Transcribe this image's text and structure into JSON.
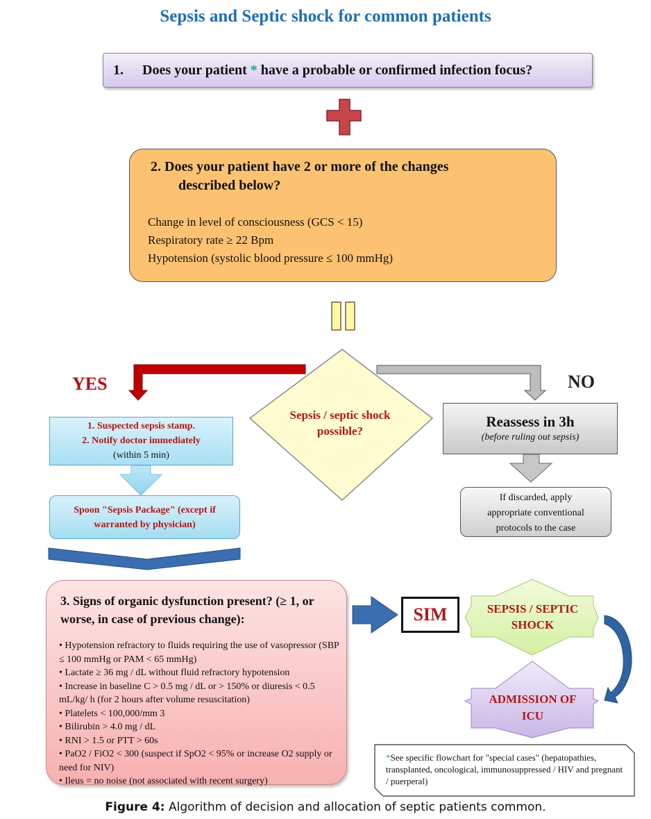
{
  "title": "Sepsis and Septic shock for common patients",
  "step1": {
    "number": "1.",
    "text_before_star": "Does your patient ",
    "star": "*",
    "text_after_star": " have a probable or confirmed infection focus?"
  },
  "step2": {
    "heading_line1": "2. Does your patient have 2 or more of the changes",
    "heading_line2": "described below?",
    "criteria": [
      "Change in level of consciousness (GCS < 15)",
      "Respiratory rate ≥ 22 Bpm",
      "Hypotension (systolic blood pressure ≤ 100 mmHg)"
    ]
  },
  "decision": {
    "line1": "Sepsis / septic shock",
    "line2": "possible?",
    "yes_label": "YES",
    "no_label": "NO"
  },
  "yes_branch": {
    "box1_line1": "1. Suspected sepsis stamp.",
    "box1_line2": "2. Notify doctor immediately",
    "box1_line3": "(within 5 min)",
    "box2_line1": "Spoon \"Sepsis Package\" (except if",
    "box2_line2": "warranted by physician)"
  },
  "no_branch": {
    "reassess_title": "Reassess in 3h",
    "reassess_subtitle": "(before ruling out sepsis)",
    "discard_line1": "If discarded, apply",
    "discard_line2": "appropriate conventional",
    "discard_line3": "protocols to the case"
  },
  "step3": {
    "heading_line1": "3. Signs of organic dysfunction present? (≥ 1, or",
    "heading_line2": "worse, in case of previous change):",
    "items": [
      "• Hypotension refractory to fluids requiring the use of vasopressor (SBP ≤ 100 mmHg or PAM < 65 mmHg)",
      "•  Lactate ≥ 36 mg / dL without fluid refractory hypotension",
      "•  Increase in baseline C > 0.5 mg / dL or > 150% or diuresis < 0.5 mL/kg/ h (for 2 hours after volume resuscitation)",
      "•  Platelets < 100,000/mm 3",
      "•  Bilirubin > 4.0 mg / dL",
      "•  RNI > 1.5 or PTT > 60s",
      "•  PaO2 / FiO2 < 300 (suspect if SpO2 < 95% or increase O2 supply or need for NIV)",
      "•  Ileus = no noise (not associated with recent surgery)"
    ]
  },
  "sim_label": "SIM",
  "outcome": {
    "shock_line1": "SEPSIS / SEPTIC",
    "shock_line2": "SHOCK",
    "icu_line1": "ADMISSION OF",
    "icu_line2": "ICU"
  },
  "note": {
    "star": "*",
    "text": "See specific flowchart for \"special cases\" (hepatopathies, transplanted, oncological, immunosuppressed / HIV and pregnant / puerperal)"
  },
  "caption": {
    "label": "Figure 4:",
    "text": " Algorithm of decision and allocation of septic patients common."
  },
  "colors": {
    "title_blue": "#1f6fb3",
    "alert_red": "#b01717",
    "yes_arrow": "#c00000",
    "no_arrow": "#bdbdbd",
    "flow_blue": "#2f64a3",
    "step2_orange": "#fcc271",
    "step3_pink": "#f8b0b0"
  }
}
